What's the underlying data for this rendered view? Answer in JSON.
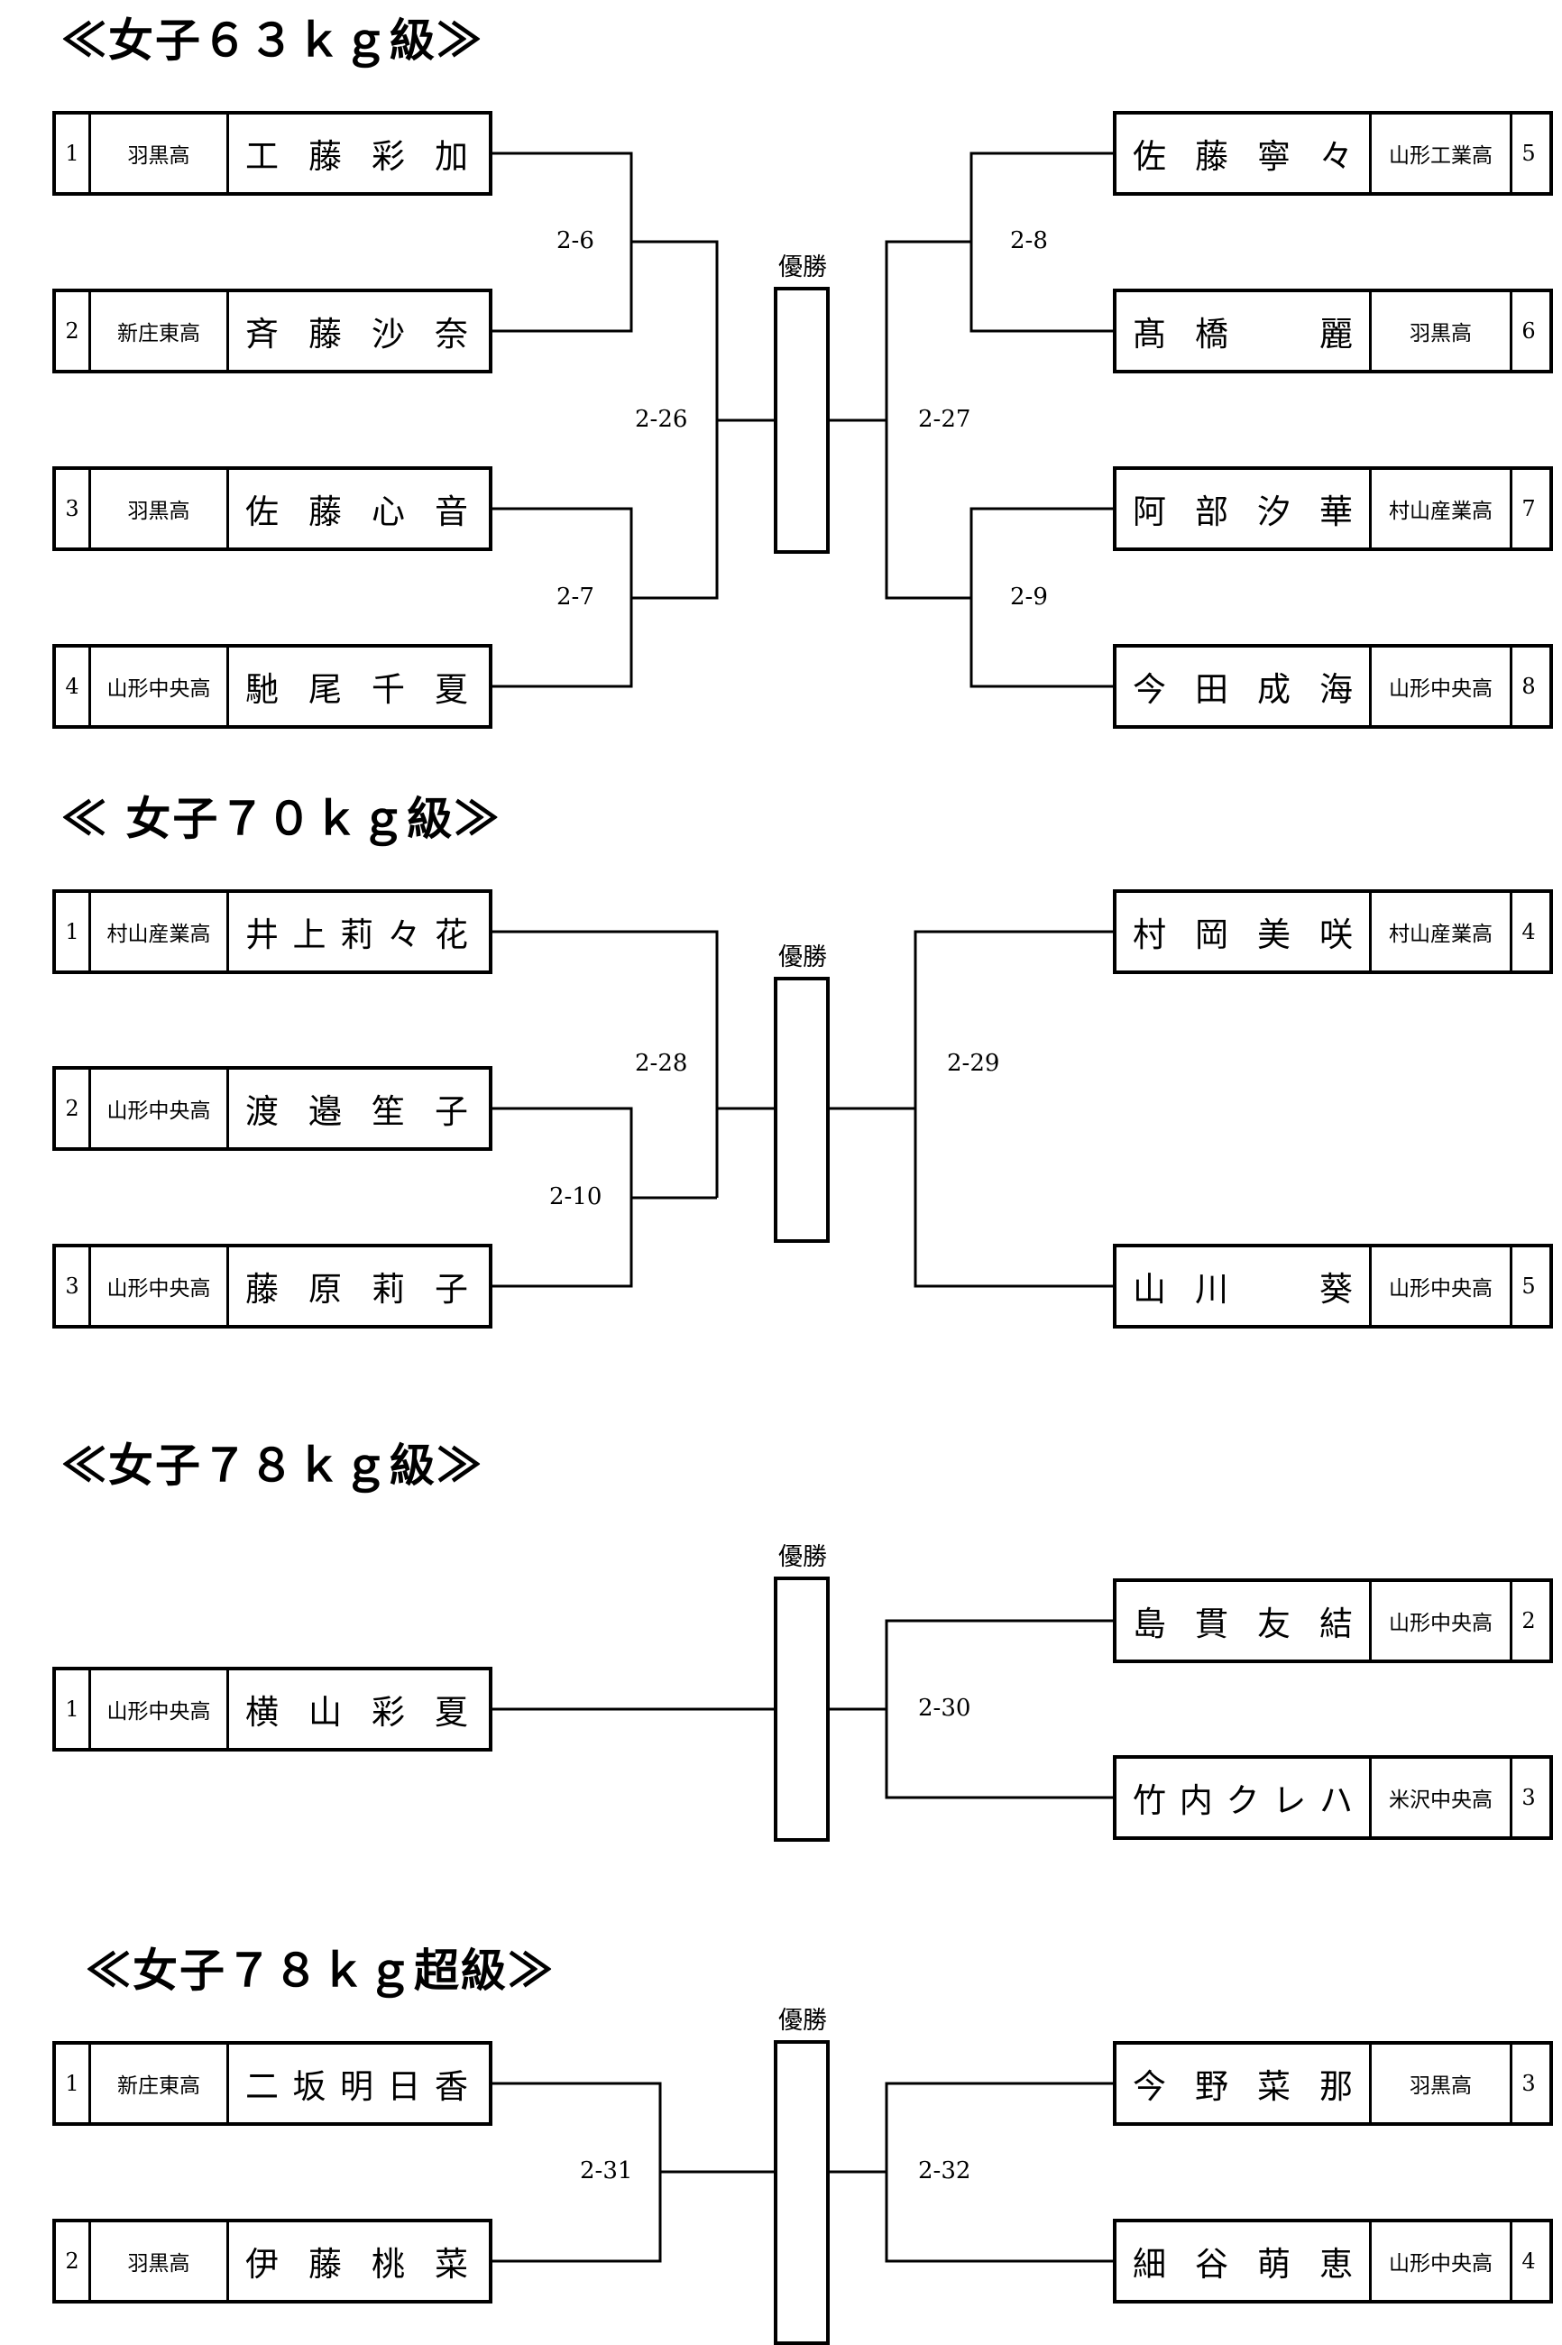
{
  "champion_label": "優勝",
  "sections": [
    {
      "title": "≪女子６３ｋｇ級≫",
      "left": [
        {
          "seed": "1",
          "school": "羽黒高",
          "name": "工藤彩加"
        },
        {
          "seed": "2",
          "school": "新庄東高",
          "name": "斉藤沙奈"
        },
        {
          "seed": "3",
          "school": "羽黒高",
          "name": "佐藤心音"
        },
        {
          "seed": "4",
          "school": "山形中央高",
          "name": "馳尾千夏"
        }
      ],
      "right": [
        {
          "seed": "5",
          "school": "山形工業高",
          "name": "佐藤寧々"
        },
        {
          "seed": "6",
          "school": "羽黒高",
          "name": "髙橋 麗"
        },
        {
          "seed": "7",
          "school": "村山産業高",
          "name": "阿部汐華"
        },
        {
          "seed": "8",
          "school": "山形中央高",
          "name": "今田成海"
        }
      ],
      "matches": [
        "2-6",
        "2-7",
        "2-26",
        "2-8",
        "2-9",
        "2-27"
      ]
    },
    {
      "title": "≪ 女子７０ｋｇ級≫",
      "left": [
        {
          "seed": "1",
          "school": "村山産業高",
          "name": "井上莉々花"
        },
        {
          "seed": "2",
          "school": "山形中央高",
          "name": "渡邉笙子"
        },
        {
          "seed": "3",
          "school": "山形中央高",
          "name": "藤原莉子"
        }
      ],
      "right": [
        {
          "seed": "4",
          "school": "村山産業高",
          "name": "村岡美咲"
        },
        {
          "seed": "5",
          "school": "山形中央高",
          "name": "山川 葵"
        }
      ],
      "matches": [
        "2-10",
        "2-28",
        "2-29"
      ]
    },
    {
      "title": "≪女子７８ｋｇ級≫",
      "left": [
        {
          "seed": "1",
          "school": "山形中央高",
          "name": "横山彩夏"
        }
      ],
      "right": [
        {
          "seed": "2",
          "school": "山形中央高",
          "name": "島貫友結"
        },
        {
          "seed": "3",
          "school": "米沢中央高",
          "name": "竹内クレハ"
        }
      ],
      "matches": [
        "2-30"
      ]
    },
    {
      "title": "≪女子７８ｋｇ超級≫",
      "left": [
        {
          "seed": "1",
          "school": "新庄東高",
          "name": "二坂明日香"
        },
        {
          "seed": "2",
          "school": "羽黒高",
          "name": "伊藤桃菜"
        }
      ],
      "right": [
        {
          "seed": "3",
          "school": "羽黒高",
          "name": "今野菜那"
        },
        {
          "seed": "4",
          "school": "山形中央高",
          "name": "細谷萌恵"
        }
      ],
      "matches": [
        "2-31",
        "2-32"
      ]
    }
  ]
}
